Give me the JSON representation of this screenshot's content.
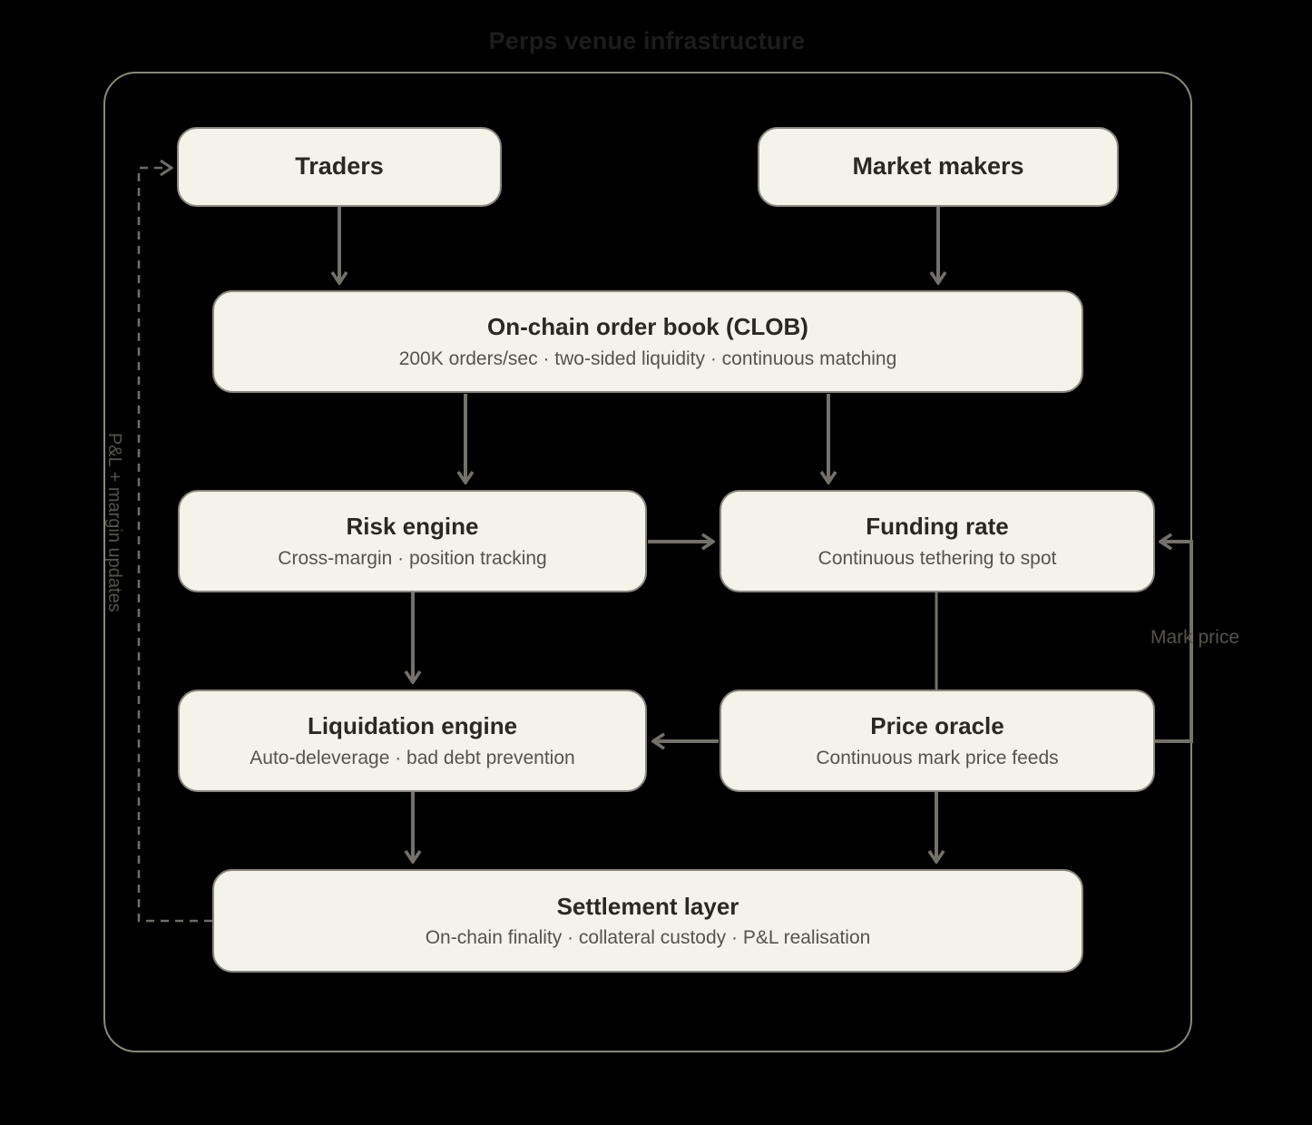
{
  "title": "Perps venue infrastructure",
  "colors": {
    "background": "#000000",
    "outer_border": "#8a8878",
    "box_fill": "#f4f3ea",
    "box_border": "#8a8880",
    "box_title": "#2a291f",
    "box_subtitle": "#55534b",
    "arrow": "#73716a",
    "label": "#55534b",
    "diagram_title": "#1d1d1d"
  },
  "nodes": {
    "traders": {
      "title": "Traders"
    },
    "market_makers": {
      "title": "Market makers"
    },
    "clob": {
      "title": "On-chain order book (CLOB)",
      "subtitle": "200K orders/sec · two-sided liquidity · continuous matching"
    },
    "risk_engine": {
      "title": "Risk engine",
      "subtitle": "Cross-margin · position tracking"
    },
    "funding_rate": {
      "title": "Funding rate",
      "subtitle": "Continuous tethering to spot"
    },
    "liquidation_engine": {
      "title": "Liquidation engine",
      "subtitle": "Auto-deleverage · bad debt prevention"
    },
    "price_oracle": {
      "title": "Price oracle",
      "subtitle": "Continuous mark price feeds"
    },
    "settlement_layer": {
      "title": "Settlement layer",
      "subtitle": "On-chain finality · collateral custody · P&L realisation"
    }
  },
  "edge_labels": {
    "mark_price": "Mark price",
    "pnl_margin_updates": "P&L + margin updates"
  }
}
